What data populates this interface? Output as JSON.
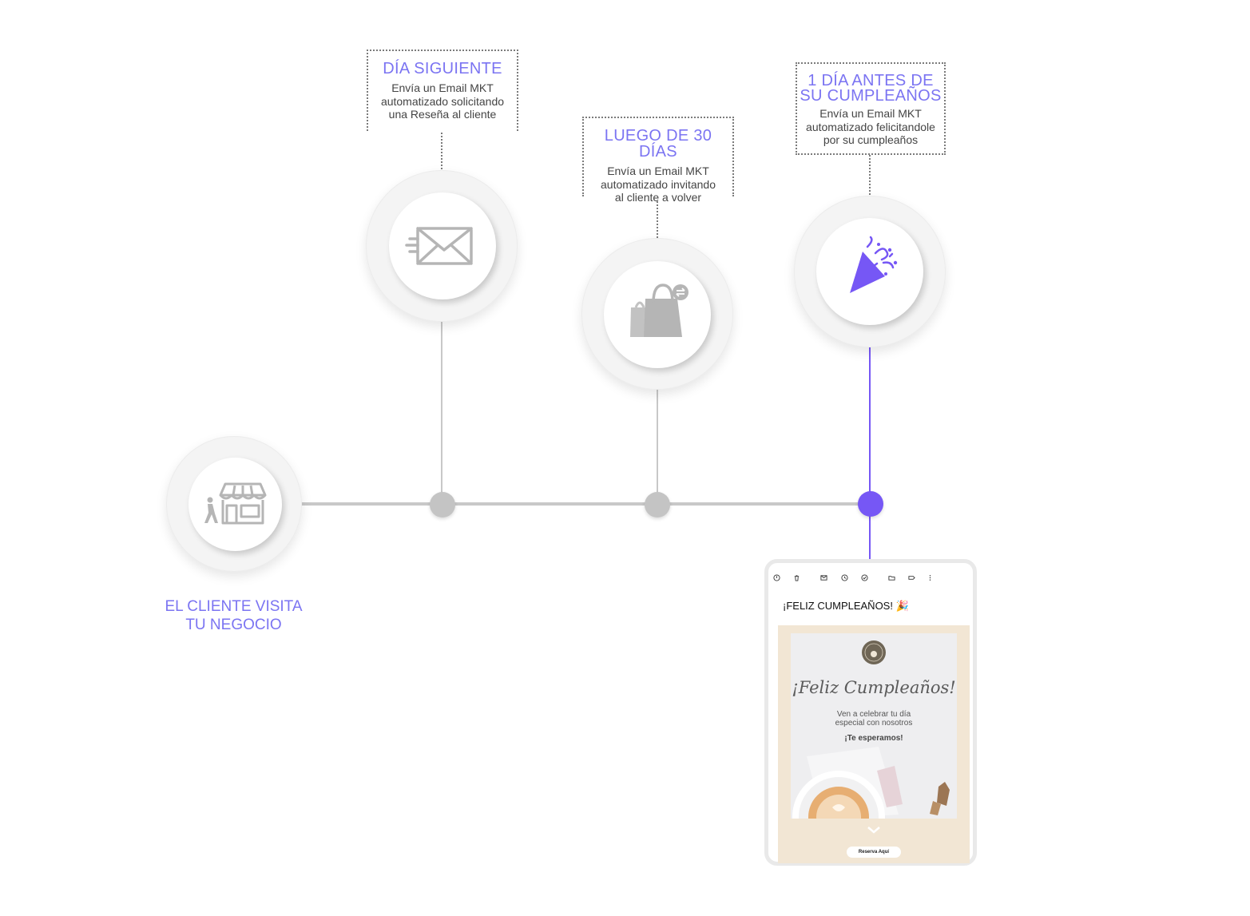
{
  "steps": {
    "start": {
      "label_line1": "EL CLIENTE VISITA",
      "label_line2": "TU NEGOCIO",
      "icon": "store-visit-icon"
    },
    "next_day": {
      "title": "DÍA SIGUIENTE",
      "body_line1": "Envía un Email MKT",
      "body_line2": "automatizado solicitando",
      "body_line3": "una Reseña al cliente",
      "icon": "email-send-icon"
    },
    "after_30": {
      "title": "LUEGO DE 30 DÍAS",
      "body_line1": "Envía un Email MKT",
      "body_line2": "automatizado invitando",
      "body_line3": "al cliente a volver",
      "icon": "shopping-bag-icon"
    },
    "birthday": {
      "title_line1": "1 DÍA ANTES DE",
      "title_line2": "SU CUMPLEAÑOS",
      "body_line1": "Envía un Email MKT",
      "body_line2": "automatizado felicitandole",
      "body_line3": "por su cumpleaños",
      "icon": "party-popper-icon"
    }
  },
  "email_preview": {
    "subject": "¡FELIZ CUMPLEAÑOS! 🎉",
    "card_title": "¡Feliz Cumpleaños!",
    "card_line1": "Ven a celebrar tu día",
    "card_line2": "especial con nosotros",
    "card_cta_text": "¡Te esperamos!",
    "button_label": "Reserva Aquí",
    "toolbar_icons": [
      "report-icon",
      "delete-icon",
      "mark-unread-icon",
      "snooze-icon",
      "add-task-icon",
      "move-to-icon",
      "label-icon",
      "more-icon"
    ]
  },
  "colors": {
    "accent": "#7b74f2",
    "node_gray": "#c4c4c4",
    "line_gray": "#c8c8c8",
    "active_node": "#7657f5"
  }
}
